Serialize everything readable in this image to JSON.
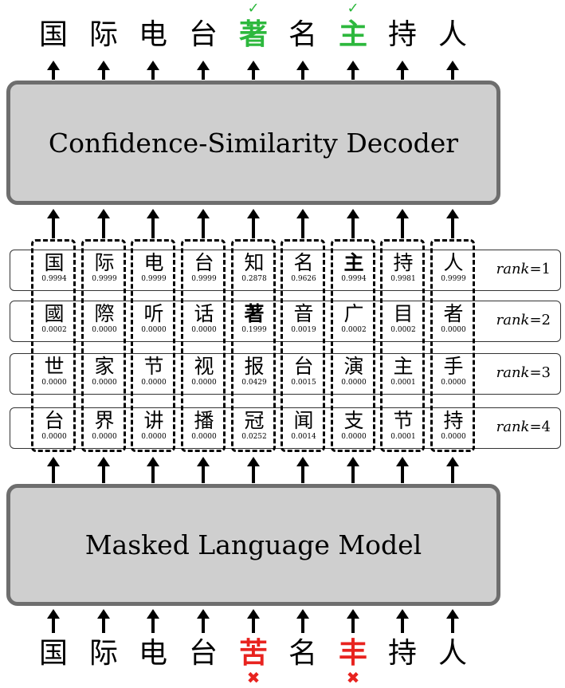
{
  "output_chars": [
    {
      "char": "国"
    },
    {
      "char": "际"
    },
    {
      "char": "电"
    },
    {
      "char": "台"
    },
    {
      "char": "著",
      "status": "correct",
      "mark": "✓"
    },
    {
      "char": "名"
    },
    {
      "char": "主",
      "status": "correct",
      "mark": "✓"
    },
    {
      "char": "持"
    },
    {
      "char": "人"
    }
  ],
  "input_chars": [
    {
      "char": "国"
    },
    {
      "char": "际"
    },
    {
      "char": "电"
    },
    {
      "char": "台"
    },
    {
      "char": "苦",
      "status": "wrong",
      "mark": "✖"
    },
    {
      "char": "名"
    },
    {
      "char": "丰",
      "status": "wrong",
      "mark": "✖"
    },
    {
      "char": "持"
    },
    {
      "char": "人"
    }
  ],
  "decoder_label": "Confidence-Similarity Decoder",
  "mlm_label": "Masked Language Model",
  "ranks": [
    {
      "label_italic": "rank",
      "label_rest": "=1",
      "candidates": [
        {
          "char": "国",
          "prob": "0.9994"
        },
        {
          "char": "际",
          "prob": "0.9999"
        },
        {
          "char": "电",
          "prob": "0.9999"
        },
        {
          "char": "台",
          "prob": "0.9999"
        },
        {
          "char": "知",
          "prob": "0.2878"
        },
        {
          "char": "名",
          "prob": "0.9626"
        },
        {
          "char": "主",
          "prob": "0.9994",
          "bold": true
        },
        {
          "char": "持",
          "prob": "0.9981"
        },
        {
          "char": "人",
          "prob": "0.9999"
        }
      ]
    },
    {
      "label_italic": "rank",
      "label_rest": "=2",
      "candidates": [
        {
          "char": "國",
          "prob": "0.0002"
        },
        {
          "char": "際",
          "prob": "0.0000"
        },
        {
          "char": "听",
          "prob": "0.0000"
        },
        {
          "char": "话",
          "prob": "0.0000"
        },
        {
          "char": "著",
          "prob": "0.1999",
          "bold": true
        },
        {
          "char": "音",
          "prob": "0.0019"
        },
        {
          "char": "广",
          "prob": "0.0002"
        },
        {
          "char": "目",
          "prob": "0.0002"
        },
        {
          "char": "者",
          "prob": "0.0000"
        }
      ]
    },
    {
      "label_italic": "rank",
      "label_rest": "=3",
      "candidates": [
        {
          "char": "世",
          "prob": "0.0000"
        },
        {
          "char": "家",
          "prob": "0.0000"
        },
        {
          "char": "节",
          "prob": "0.0000"
        },
        {
          "char": "视",
          "prob": "0.0000"
        },
        {
          "char": "报",
          "prob": "0.0429"
        },
        {
          "char": "台",
          "prob": "0.0015"
        },
        {
          "char": "演",
          "prob": "0.0000"
        },
        {
          "char": "主",
          "prob": "0.0001"
        },
        {
          "char": "手",
          "prob": "0.0000"
        }
      ]
    },
    {
      "label_italic": "rank",
      "label_rest": "=4",
      "candidates": [
        {
          "char": "台",
          "prob": "0.0000"
        },
        {
          "char": "界",
          "prob": "0.0000"
        },
        {
          "char": "讲",
          "prob": "0.0000"
        },
        {
          "char": "播",
          "prob": "0.0000"
        },
        {
          "char": "冠",
          "prob": "0.0252"
        },
        {
          "char": "闻",
          "prob": "0.0014"
        },
        {
          "char": "支",
          "prob": "0.0000"
        },
        {
          "char": "节",
          "prob": "0.0001"
        },
        {
          "char": "持",
          "prob": "0.0000"
        }
      ]
    }
  ]
}
